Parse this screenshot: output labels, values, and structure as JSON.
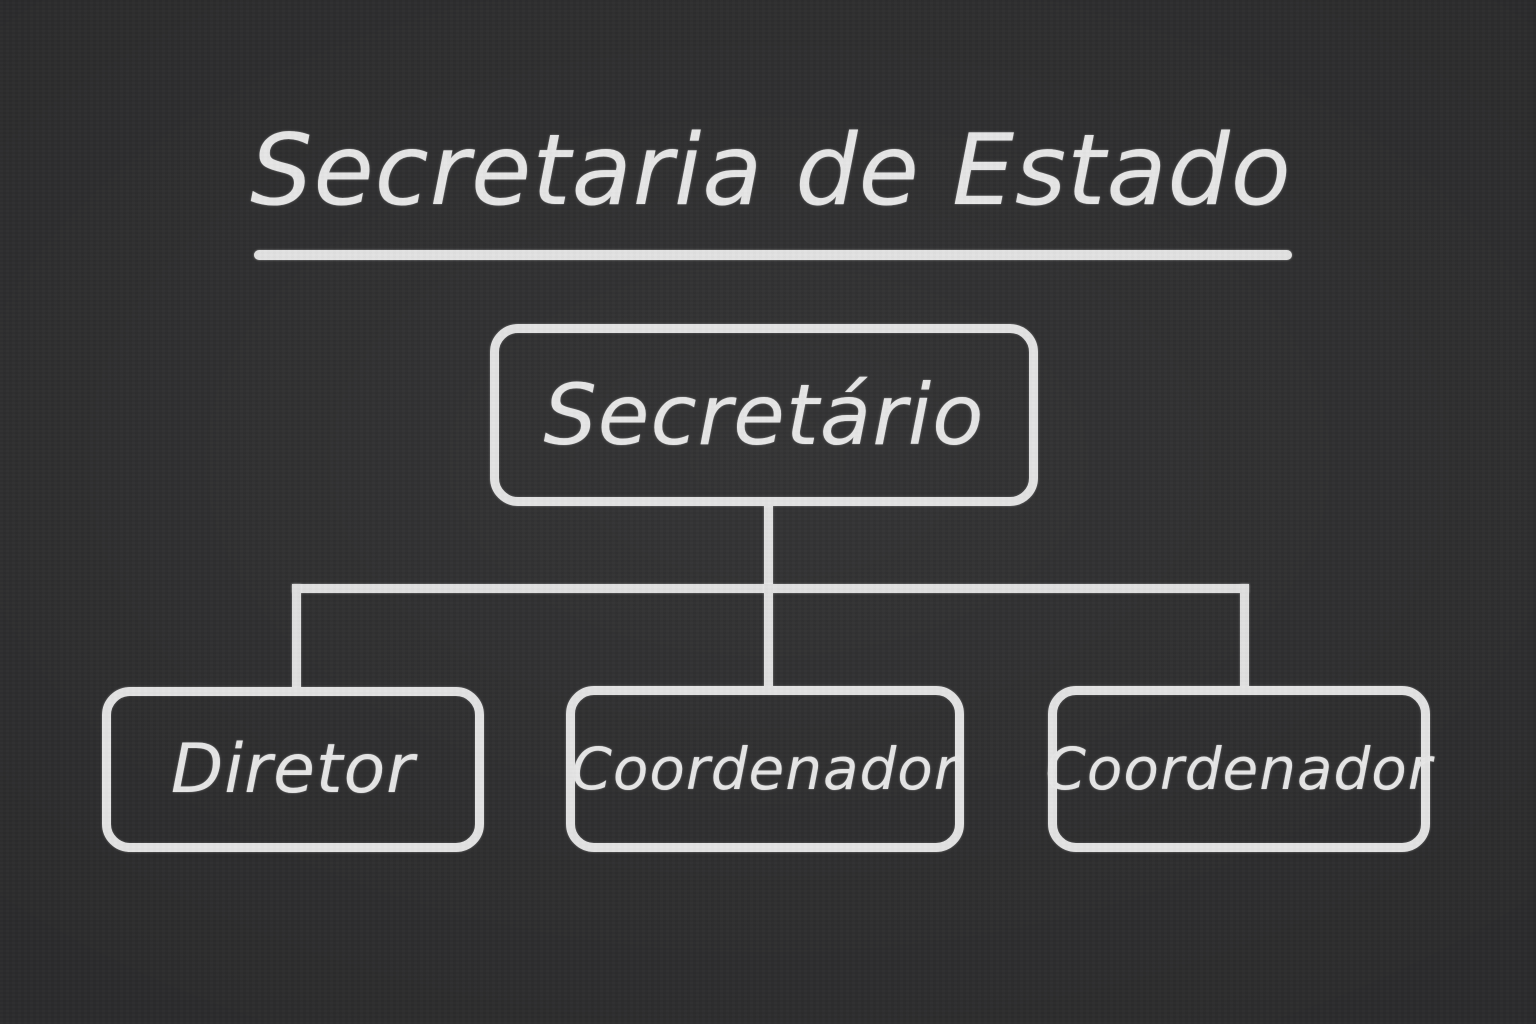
{
  "colors": {
    "background": "#282829",
    "chalk": "#e4e4e4"
  },
  "title": {
    "text": "Secretaria de Estado",
    "underlined": true
  },
  "org_chart": {
    "type": "org-tree",
    "levels": 2,
    "root": {
      "label": "Secretário"
    },
    "children": [
      {
        "label": "Diretor"
      },
      {
        "label": "Coordenador"
      },
      {
        "label": "Coordenador"
      }
    ]
  }
}
